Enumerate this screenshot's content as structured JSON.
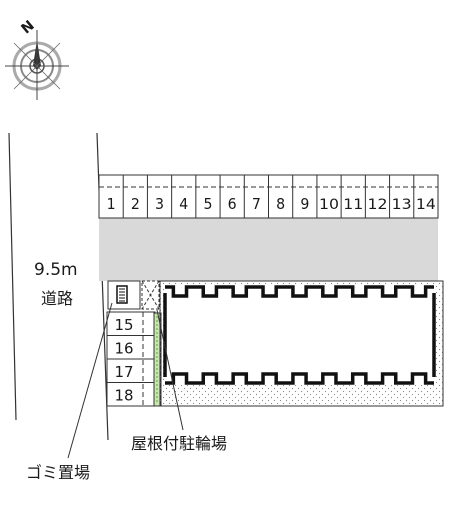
{
  "compass": {
    "north_label": "N",
    "icon": "compass-rose-icon"
  },
  "road": {
    "width_label": "9.5m",
    "name_label": "道路"
  },
  "parking_top": {
    "spaces": [
      "1",
      "2",
      "3",
      "4",
      "5",
      "6",
      "7",
      "8",
      "9",
      "10",
      "11",
      "12",
      "13",
      "14"
    ]
  },
  "parking_side": {
    "spaces": [
      "15",
      "16",
      "17",
      "18"
    ]
  },
  "labels": {
    "bicycle_parking": "屋根付駐輪場",
    "garbage_area": "ゴミ置場"
  },
  "colors": {
    "lot_fill": "#d9d9d9",
    "ink": "#1a1a1a",
    "bike_area": "#c8e6b0"
  }
}
